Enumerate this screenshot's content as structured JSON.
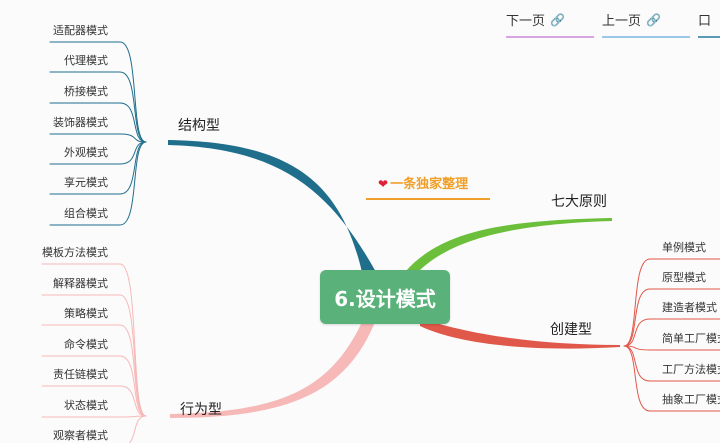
{
  "nav": {
    "next_label": "下一页",
    "prev_label": "上一页",
    "partial_label": "口"
  },
  "center": {
    "title": "6.设计模式"
  },
  "exclusive": {
    "label": "一条独家整理"
  },
  "branches": {
    "structural": {
      "label": "结构型",
      "color": "#1f6e8c",
      "items": [
        "适配器模式",
        "代理模式",
        "桥接模式",
        "装饰器模式",
        "外观模式",
        "享元模式",
        "组合模式"
      ]
    },
    "behavioral": {
      "label": "行为型",
      "color": "#f7b8b8",
      "items": [
        "模板方法模式",
        "解释器模式",
        "策略模式",
        "命令模式",
        "责任链模式",
        "状态模式",
        "观察者模式"
      ]
    },
    "principles": {
      "label": "七大原则",
      "color": "#6cbf3a"
    },
    "creational": {
      "label": "创建型",
      "color": "#e0584a",
      "items": [
        "单例模式",
        "原型模式",
        "建造者模式",
        "简单工厂模式",
        "工厂方法模式",
        "抽象工厂模式"
      ]
    }
  }
}
